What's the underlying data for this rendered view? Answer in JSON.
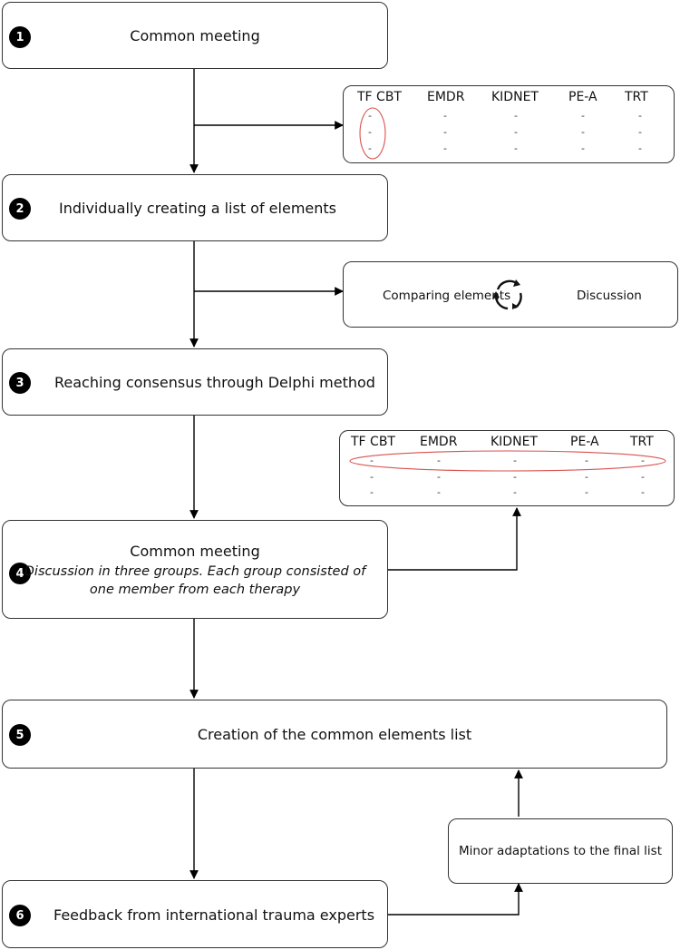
{
  "steps": {
    "s1": {
      "num": "1",
      "label": "Common meeting"
    },
    "s2": {
      "num": "2",
      "label": "Individually creating a list of elements"
    },
    "s3": {
      "num": "3",
      "label": "Reaching consensus through Delphi method"
    },
    "s4": {
      "num": "4",
      "label": "Common meeting",
      "detail_line1": "Discussion in three groups. Each group consisted of",
      "detail_line2": "one member from each therapy"
    },
    "s5": {
      "num": "5",
      "label": "Creation of the common elements list"
    },
    "s6": {
      "num": "6",
      "label": "Feedback from international trauma experts"
    }
  },
  "table1": {
    "headers": [
      "TF CBT",
      "EMDR",
      "KIDNET",
      "PE-A",
      "TRT"
    ],
    "cell": "-"
  },
  "table2": {
    "headers": [
      "TF CBT",
      "EMDR",
      "KIDNET",
      "PE-A",
      "TRT"
    ],
    "cell": "-"
  },
  "compare": {
    "left": "Comparing elements",
    "right": "Discussion",
    "icon": "refresh-cycle-icon"
  },
  "adapt": {
    "label": "Minor adaptations to the final list"
  },
  "colors": {
    "highlight": "#d9534f",
    "border": "#333333"
  }
}
